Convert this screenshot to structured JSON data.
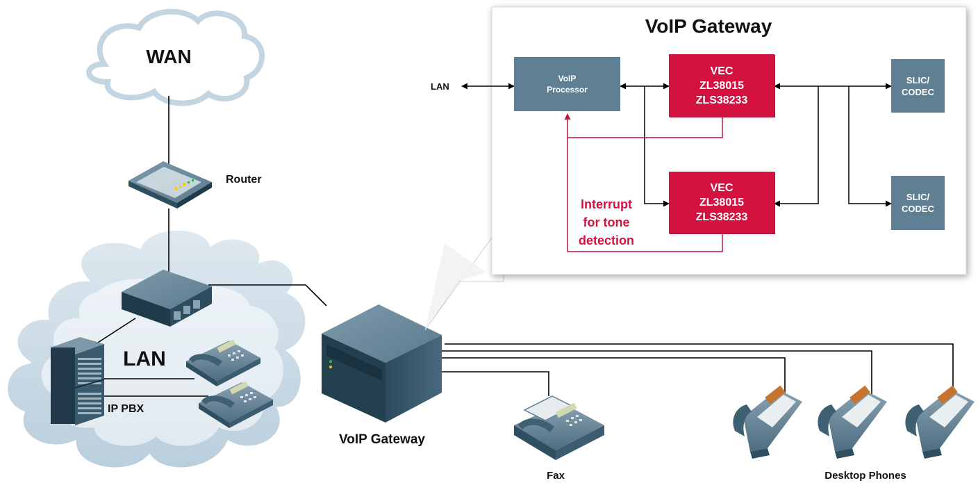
{
  "network": {
    "wan_label": "WAN",
    "router_label": "Router",
    "lan_label": "LAN",
    "ip_pbx_label": "IP PBX",
    "gateway_label": "VoIP Gateway",
    "fax_label": "Fax",
    "phones_label": "Desktop Phones"
  },
  "inset": {
    "title": "VoIP Gateway",
    "lan_label": "LAN",
    "processor": {
      "line1": "VoIP",
      "line2": "Processor"
    },
    "vec_top": {
      "line1": "VEC",
      "line2": "ZL38015",
      "line3": "ZLS38233"
    },
    "vec_bottom": {
      "line1": "VEC",
      "line2": "ZL38015",
      "line3": "ZLS38233"
    },
    "slic_top": {
      "line1": "SLIC/",
      "line2": "CODEC"
    },
    "slic_bottom": {
      "line1": "SLIC/",
      "line2": "CODEC"
    },
    "interrupt": {
      "line1": "Interrupt",
      "line2": "for tone",
      "line3": "detection"
    }
  },
  "colors": {
    "block_blue": "#5f7f93",
    "vec_red": "#d4123f",
    "cloud": "#c9d9e4",
    "device": "#3e5f73"
  }
}
